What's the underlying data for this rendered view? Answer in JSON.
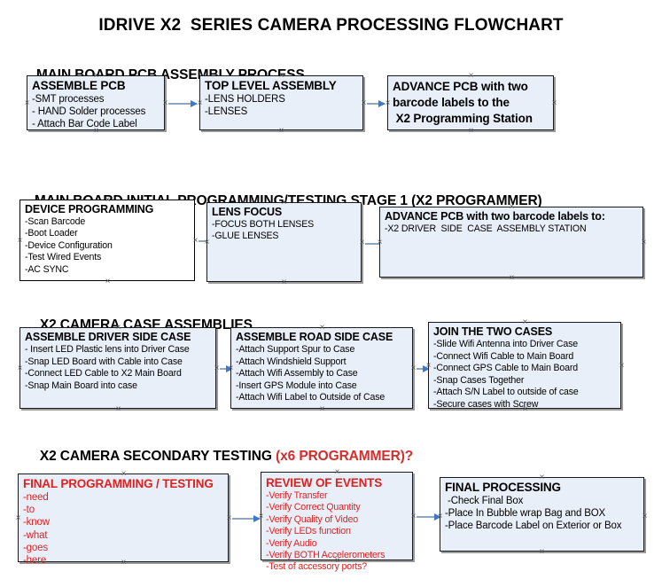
{
  "document": {
    "title": "IDRIVE X2  SERIES CAMERA PROCESSING FLOWCHART"
  },
  "sections": [
    {
      "id": "main-board-pcb-assembly",
      "heading": "MAIN BOARD PCB ASSEMBLY PROCESS",
      "heading_accent": "",
      "boxes": [
        {
          "id": "assemble-pcb",
          "title": "ASSEMBLE PCB",
          "lines": [
            "-SMT processes",
            "- HAND Solder processes",
            "- Attach Bar Code Label"
          ]
        },
        {
          "id": "top-level-assembly",
          "title": "TOP LEVEL ASSEMBLY",
          "lines": [
            "-LENS HOLDERS",
            "-LENSES"
          ]
        },
        {
          "id": "advance-pcb-to-x2-programming-station",
          "title": "ADVANCE PCB with two\nbarcode labels to the\n X2 Programming Station",
          "lines": []
        }
      ]
    },
    {
      "id": "main-board-initial-programming",
      "heading": "MAIN BOARD INITIAL PROGRAMMING/TESTING STAGE 1 (X2 PROGRAMMER)",
      "heading_accent": "",
      "boxes": [
        {
          "id": "device-programming",
          "title": "DEVICE PROGRAMMING",
          "lines": [
            "-Scan Barcode",
            "-Boot Loader",
            "-Device Configuration",
            "-Test Wired Events",
            "-AC SYNC"
          ]
        },
        {
          "id": "lens-focus",
          "title": "LENS FOCUS",
          "lines": [
            "-FOCUS BOTH LENSES",
            "-GLUE LENSES"
          ]
        },
        {
          "id": "advance-pcb-to-driver-side-case-station",
          "title": "ADVANCE PCB with two barcode labels to:",
          "lines": [
            "-X2 DRIVER  SIDE  CASE  ASSEMBLY STATION"
          ]
        }
      ]
    },
    {
      "id": "x2-camera-case-assemblies",
      "heading": "X2 CAMERA CASE ASSEMBLIES",
      "heading_accent": "",
      "boxes": [
        {
          "id": "assemble-driver-side-case",
          "title": "ASSEMBLE DRIVER SIDE CASE",
          "lines": [
            "- Insert LED Plastic lens into Driver Case",
            "-Snap LED Board with Cable into Case",
            "-Connect LED Cable to X2 Main Board",
            "-Snap Main Board into case"
          ]
        },
        {
          "id": "assemble-road-side-case",
          "title": "ASSEMBLE ROAD SIDE CASE",
          "lines": [
            "-Attach Support Spur to Case",
            "-Attach Windshield Support",
            "-Attach Wifi Assembly to Case",
            "-Insert GPS Module into Case",
            "-Attach Wifi Label to Outside of Case"
          ]
        },
        {
          "id": "join-the-two-cases",
          "title": "JOIN THE TWO CASES",
          "lines": [
            "-Slide Wifi Antenna into Driver Case",
            "-Connect Wifi Cable to Main Board",
            "-Connect GPS Cable to Main Board",
            "-Snap Cases Together",
            "-Attach S/N Label to outside of case",
            "-Secure cases with Screw"
          ]
        }
      ]
    },
    {
      "id": "x2-camera-secondary-testing",
      "heading": "X2 CAMERA SECONDARY TESTING ",
      "heading_accent": "(x6 PROGRAMMER)?",
      "boxes": [
        {
          "id": "final-programming-testing",
          "title": "FINAL PROGRAMMING / TESTING",
          "lines": [
            "-need",
            "-to",
            "-know",
            "-what",
            "-goes",
            "-here"
          ]
        },
        {
          "id": "review-of-events",
          "title": "REVIEW OF EVENTS",
          "lines": [
            "-Verify Transfer",
            "-Verify Correct Quantity",
            "-Verify Quality of Video",
            "-Verify LEDs function",
            "-Verify Audio",
            "-Verify BOTH Accelerometers",
            "-Test of accessory ports?"
          ]
        },
        {
          "id": "final-processing",
          "title": "FINAL PROCESSING",
          "lines": [
            " -Check Final Box",
            "-Place In Bubble wrap Bag and BOX",
            "-Place Barcode Label on Exterior or Box"
          ]
        }
      ]
    }
  ],
  "colors": {
    "box_fill": "#e9eff8",
    "box_border": "#8c9199",
    "connector_line": "#8fa6c0",
    "connector_head": "#3f78c8",
    "accent_red": "#e02020",
    "text": "#000000"
  }
}
